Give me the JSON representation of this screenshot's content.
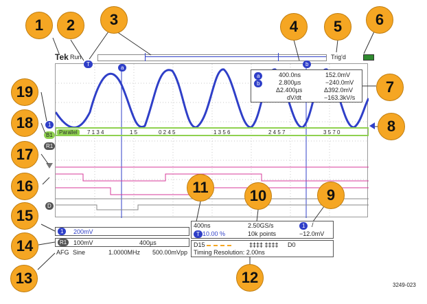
{
  "callouts": [
    "1",
    "2",
    "3",
    "4",
    "5",
    "6",
    "7",
    "8",
    "9",
    "10",
    "11",
    "12",
    "13",
    "14",
    "15",
    "16",
    "17",
    "18",
    "19"
  ],
  "topbar": {
    "brand": "Tek",
    "run_state": "Run",
    "trigger_state": "Trig'd"
  },
  "cursor_readout": {
    "a_time": "400.0ns",
    "a_value": "152.0mV",
    "b_time": "2.800µs",
    "b_value": "−240.0mV",
    "delta_time": "Δ2.400µs",
    "delta_value": "Δ392.0mV",
    "dvdt_label": "dV/dt",
    "dvdt_value": "−163.3kV/s",
    "a_label": "a",
    "b_label": "b"
  },
  "bus": {
    "label": "Parallel",
    "values": [
      "7 1 3  4",
      "1 5",
      "0 2 4  5",
      "1 3 5  6",
      "2 4 5  7",
      "3 5 7 0"
    ]
  },
  "channel_marker": "1",
  "bus_marker": "B1",
  "ref_marker": "R1",
  "digital_marker": "D",
  "horizontal": {
    "scale": "400ns",
    "sample_rate": "2.50GS/s",
    "position": "10.00 %",
    "record_length": "10k points"
  },
  "trigger": {
    "source": "1",
    "slope": "/",
    "level": "−12.0mV"
  },
  "channel1": {
    "label": "1",
    "scale": "200mV"
  },
  "ref1": {
    "label": "R1",
    "scale": "100mV",
    "time": "400µs"
  },
  "afg": {
    "label": "AFG",
    "waveform": "Sine",
    "frequency": "1.0000MHz",
    "amplitude": "500.00mVpp"
  },
  "digital": {
    "label": "D15",
    "pattern": "‡‡‡‡ ‡‡‡‡",
    "d0": "D0",
    "timing": "Timing Resolution: 2.00ns"
  },
  "figure_id": "3249-023",
  "colors": {
    "accent": "#f5a623",
    "channel": "#2f3fc8",
    "bus": "#8fd14f",
    "digital": "#d7389a"
  }
}
